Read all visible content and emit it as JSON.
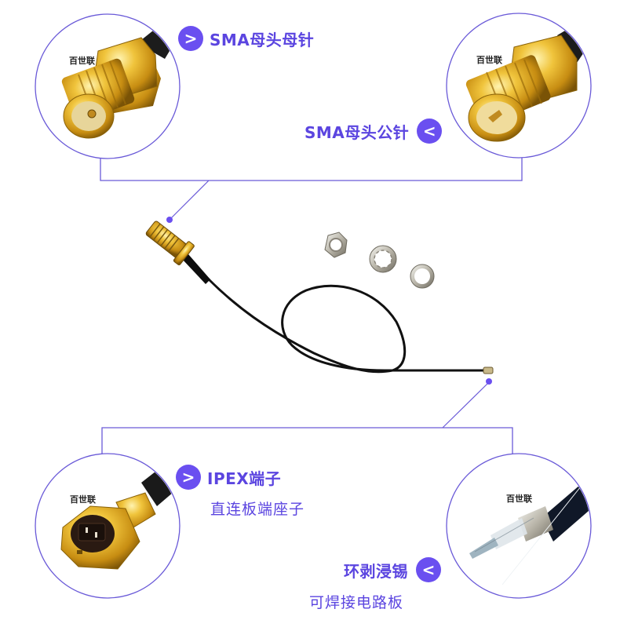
{
  "colors": {
    "accent": "#6a4ff0",
    "text_accent": "#5b45e0",
    "outline": "#6a5ad8",
    "gold": "#d9a521",
    "cable": "#141414"
  },
  "watermark": "百世联",
  "callouts": {
    "top_left": {
      "icon": "chevron-right-icon",
      "glyph": ">",
      "title": "SMA母头母针"
    },
    "top_right": {
      "icon": "chevron-left-icon",
      "glyph": "<",
      "title": "SMA母头公针"
    },
    "bottom_left": {
      "icon": "chevron-right-icon",
      "glyph": ">",
      "title": "IPEX端子",
      "subtitle": "直连板端座子"
    },
    "bottom_right": {
      "icon": "chevron-left-icon",
      "glyph": "<",
      "title": "环剥浸锡",
      "subtitle": "可焊接电路板"
    }
  },
  "product": {
    "items": [
      "SMA female bulkhead connector",
      "U.FL/IPEX cable",
      "hex nut",
      "lock washer",
      "flat washer"
    ]
  }
}
